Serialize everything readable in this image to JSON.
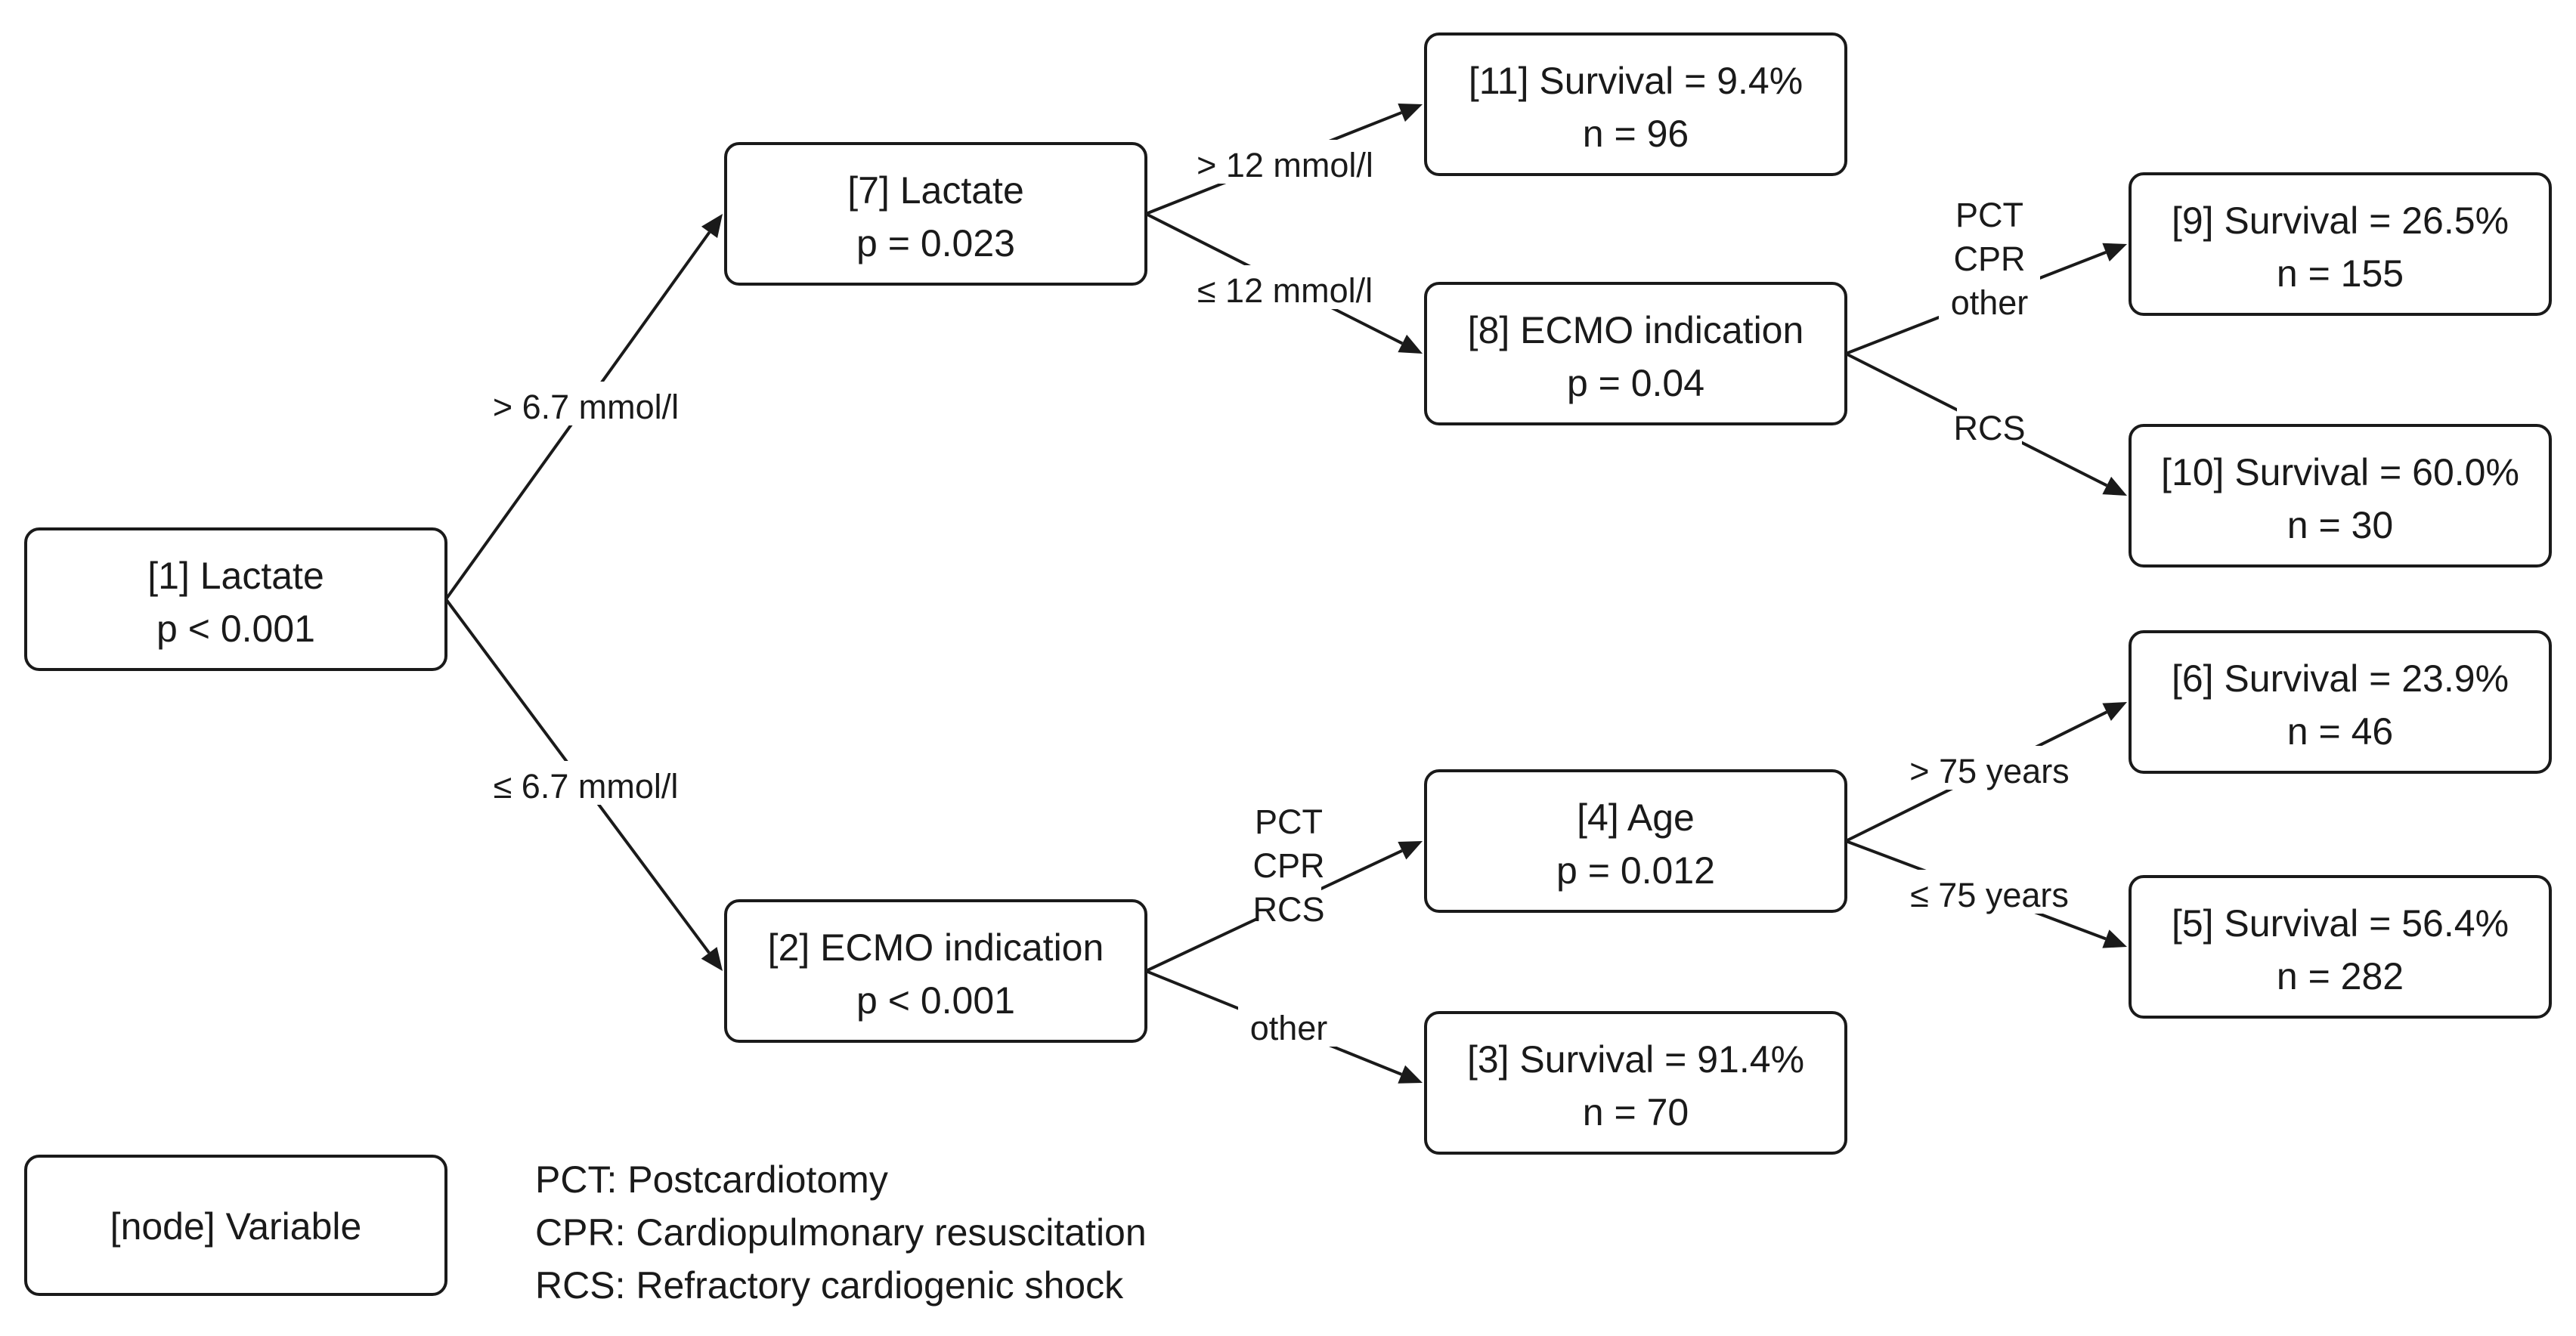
{
  "nodes": [
    {
      "id": "1",
      "line1": "[1] Lactate",
      "line2": "p < 0.001"
    },
    {
      "id": "7",
      "line1": "[7] Lactate",
      "line2": "p = 0.023"
    },
    {
      "id": "2",
      "line1": "[2] ECMO indication",
      "line2": "p < 0.001"
    },
    {
      "id": "11",
      "line1": "[11] Survival = 9.4%",
      "line2": "n = 96"
    },
    {
      "id": "8",
      "line1": "[8] ECMO indication",
      "line2": "p = 0.04"
    },
    {
      "id": "4",
      "line1": "[4] Age",
      "line2": "p = 0.012"
    },
    {
      "id": "3",
      "line1": "[3] Survival = 91.4%",
      "line2": "n = 70"
    },
    {
      "id": "9",
      "line1": "[9] Survival = 26.5%",
      "line2": "n = 155"
    },
    {
      "id": "10",
      "line1": "[10] Survival = 60.0%",
      "line2": "n = 30"
    },
    {
      "id": "6",
      "line1": "[6] Survival = 23.9%",
      "line2": "n = 46"
    },
    {
      "id": "5",
      "line1": "[5] Survival = 56.4%",
      "line2": "n = 282"
    }
  ],
  "edges": [
    {
      "from": "1",
      "to": "7",
      "label": [
        "> 6.7 mmol/l"
      ]
    },
    {
      "from": "1",
      "to": "2",
      "label": [
        "≤ 6.7 mmol/l"
      ]
    },
    {
      "from": "7",
      "to": "11",
      "label": [
        "> 12 mmol/l"
      ]
    },
    {
      "from": "7",
      "to": "8",
      "label": [
        "≤ 12 mmol/l"
      ]
    },
    {
      "from": "8",
      "to": "9",
      "label": [
        "PCT",
        "CPR",
        "other"
      ]
    },
    {
      "from": "8",
      "to": "10",
      "label": [
        "RCS"
      ]
    },
    {
      "from": "2",
      "to": "4",
      "label": [
        "PCT",
        "CPR",
        "RCS"
      ]
    },
    {
      "from": "2",
      "to": "3",
      "label": [
        "other"
      ]
    },
    {
      "from": "4",
      "to": "6",
      "label": [
        "> 75 years"
      ]
    },
    {
      "from": "4",
      "to": "5",
      "label": [
        "≤ 75 years"
      ]
    }
  ],
  "legend": {
    "key_label": "[node] Variable",
    "abbreviations": [
      "PCT: Postcardiotomy",
      "CPR: Cardiopulmonary resuscitation",
      "RCS: Refractory cardiogenic shock"
    ]
  }
}
